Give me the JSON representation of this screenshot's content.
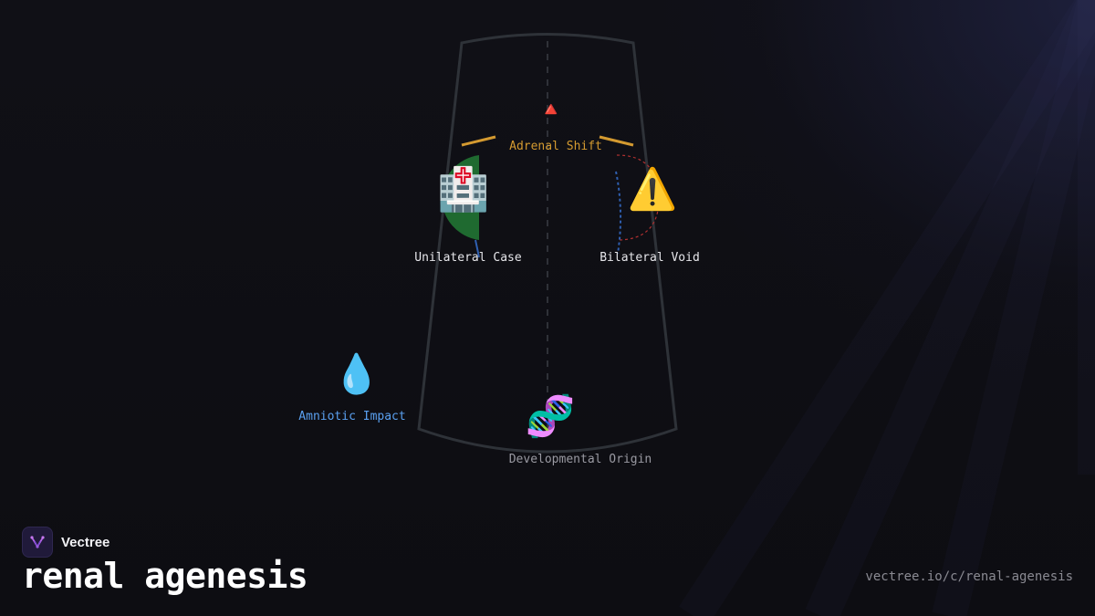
{
  "nodes": {
    "adrenal": {
      "label": "Adrenal Shift",
      "icon": "🔺",
      "icon_name": "red-triangle-icon",
      "color": "#d49a30"
    },
    "unilateral": {
      "label": "Unilateral Case",
      "icon": "🏥",
      "icon_name": "hospital-icon",
      "color": "#e6e6ea"
    },
    "bilateral": {
      "label": "Bilateral Void",
      "icon": "⚠️",
      "icon_name": "warning-icon",
      "color": "#e6e6ea"
    },
    "amniotic": {
      "label": "Amniotic Impact",
      "icon": "💧",
      "icon_name": "droplet-icon",
      "color": "#5aa0f0"
    },
    "developmental": {
      "label": "Developmental Origin",
      "icon": "🧬",
      "icon_name": "dna-icon",
      "color": "#9a9aa2"
    }
  },
  "brand": {
    "name": "Vectree",
    "logo_icon": "vectree-logo-icon"
  },
  "title": "renal agenesis",
  "url": "vectree.io/c/renal-agenesis",
  "colors": {
    "background": "#0e0e13",
    "outline": "#2e3238",
    "accent_gold": "#d49a30",
    "green_fill": "#1f6a30",
    "blue_curve": "#2f5fb0",
    "red_dash": "#b03030"
  }
}
